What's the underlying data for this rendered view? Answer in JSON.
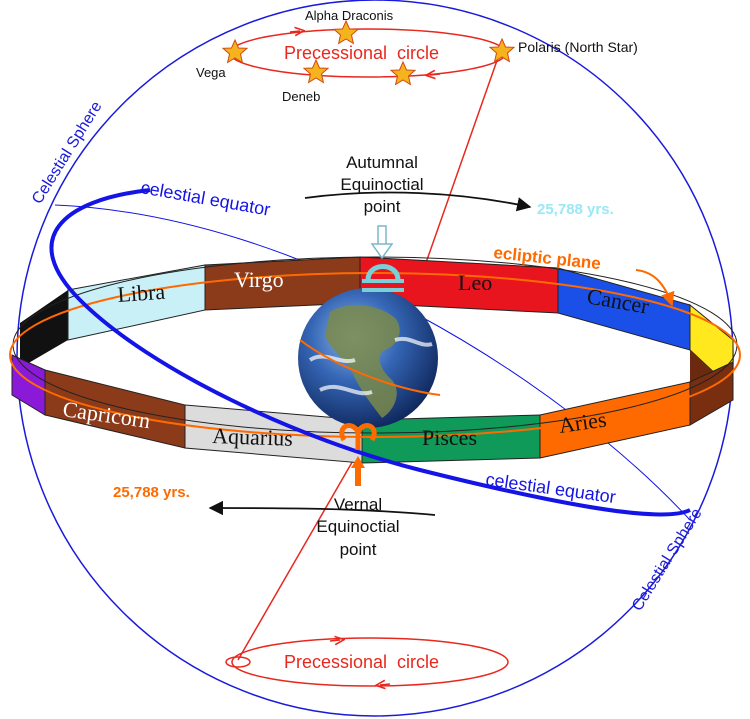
{
  "colors": {
    "sphere": "#1a1adb",
    "equator": "#1414e6",
    "ecliptic": "#ff6a00",
    "precession": "#e8281e",
    "star": "#f5b41e",
    "cyan": "#9ae8f5",
    "orange_label": "#ff6a00",
    "arrow": "#111111"
  },
  "labels": {
    "celestial_sphere_left": "Celestial Sphere",
    "celestial_sphere_right": "Celestial Sphere",
    "celestial_equator_top": "celestial equator",
    "celestial_equator_bottom": "celestial equator",
    "ecliptic_plane": "ecliptic plane",
    "precessional_circle_top": "Precessional  circle",
    "precessional_circle_bottom": "Precessional  circle",
    "autumnal_1": "Autumnal",
    "autumnal_2": "Equinoctial",
    "autumnal_3": "point",
    "vernal_1": "Vernal",
    "vernal_2": "Equinoctial",
    "vernal_3": "point",
    "years_top": "25,788 yrs.",
    "years_bottom": "25,788 yrs."
  },
  "stars": {
    "alpha_draconis": "Alpha Draconis",
    "polaris": "Polaris (North Star)",
    "vega": "Vega",
    "deneb": "Deneb"
  },
  "zodiac": {
    "libra": "Libra",
    "virgo": "Virgo",
    "leo": "Leo",
    "cancer": "Cancer",
    "capricorn": "Capricorn",
    "aquarius": "Aquarius",
    "pisces": "Pisces",
    "aries": "Aries"
  },
  "symbols": {
    "libra_glyph": "libra-symbol-icon",
    "aries_glyph": "aries-symbol-icon"
  }
}
